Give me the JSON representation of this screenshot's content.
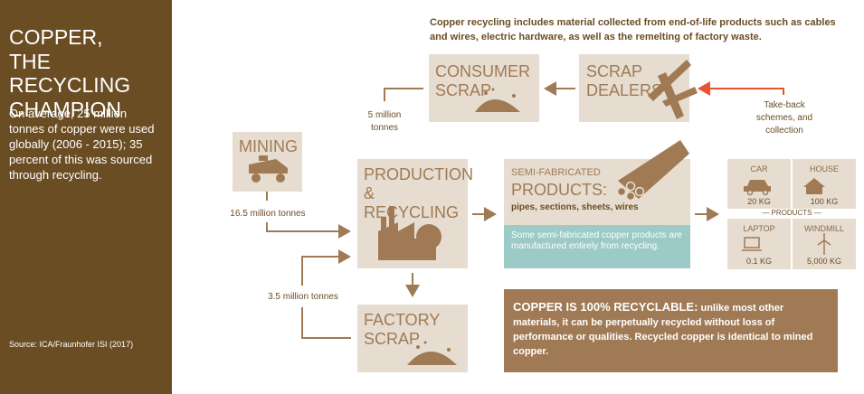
{
  "sidebar": {
    "title_line1": "COPPER,",
    "title_line2": "THE RECYCLING",
    "title_line3": "CHAMPION",
    "body": "On average, 25 million tonnes of copper were used globally (2006 - 2015); 35 percent of this was sourced through recycling.",
    "source": "Source: ICA/Fraunhofer ISI (2017)"
  },
  "intro": "Copper recycling includes material collected from end-of-life products such as cables and wires, electric hardware, as well as the remelting of factory waste.",
  "boxes": {
    "consumer_scrap_1": "CONSUMER",
    "consumer_scrap_2": "SCRAP",
    "scrap_dealers_1": "SCRAP",
    "scrap_dealers_2": "DEALERS",
    "mining": "MINING",
    "production_1": "PRODUCTION",
    "production_2": "& RECYCLING",
    "factory_scrap_1": "FACTORY",
    "factory_scrap_2": "SCRAP"
  },
  "flows": {
    "consumer_tonnes_1": "5 million",
    "consumer_tonnes_2": "tonnes",
    "mining_tonnes": "16.5 million tonnes",
    "factory_tonnes": "3.5 million tonnes",
    "takeback_1": "Take-back",
    "takeback_2": "schemes, and",
    "takeback_3": "collection"
  },
  "semi_fabricated": {
    "small": "SEMI-FABRICATED",
    "big": "PRODUCTS:",
    "sub": "pipes, sections, sheets, wires",
    "note": "Some semi-fabricated copper products are manufactured entirely from recycling."
  },
  "products": {
    "label": "PRODUCTS",
    "items": [
      {
        "name": "CAR",
        "weight": "20 KG",
        "icon": "car-icon"
      },
      {
        "name": "HOUSE",
        "weight": "100 KG",
        "icon": "house-icon"
      },
      {
        "name": "LAPTOP",
        "weight": "0.1 KG",
        "icon": "laptop-icon"
      },
      {
        "name": "WINDMILL",
        "weight": "5,000 KG",
        "icon": "windmill-icon"
      }
    ]
  },
  "recyclable": {
    "lead": "COPPER IS 100% RECYCLABLE:",
    "body": " unlike most other materials, it can be perpetually recycled without loss of performance or qualities. Recycled copper is identical to mined copper."
  },
  "colors": {
    "sidebar": "#6b4d24",
    "box": "#e6ddd0",
    "accent_text": "#a07a55",
    "teal": "#9ccac6",
    "arrow": "#a07a55",
    "takeback_arrow": "#e8542e"
  }
}
